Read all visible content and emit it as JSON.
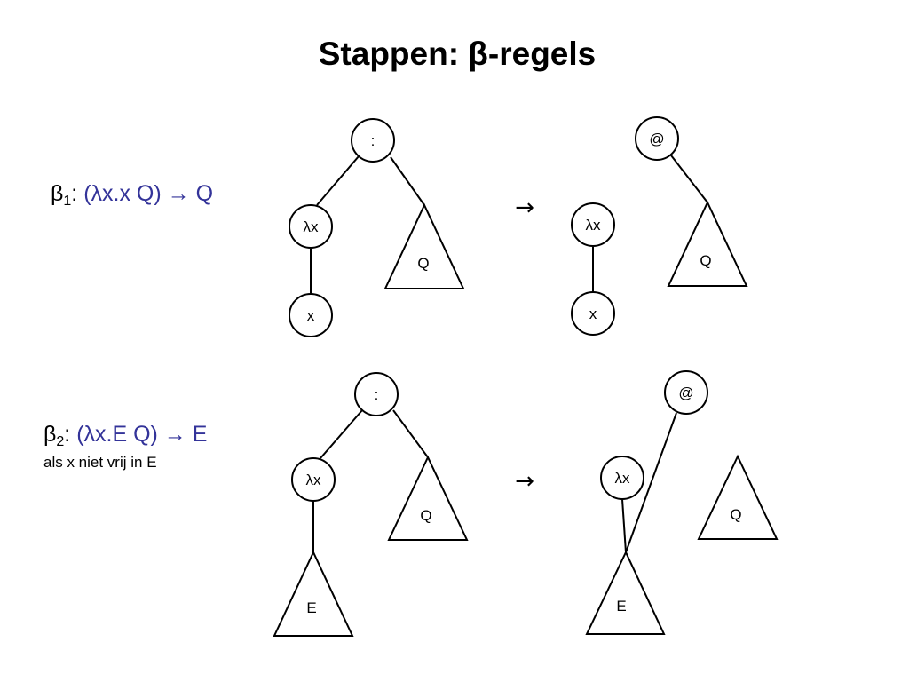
{
  "title": "Stappen: β-regels",
  "rules": [
    {
      "name": "β",
      "sub": "1",
      "expression": "(λx.x  Q) →  Q",
      "note": ""
    },
    {
      "name": "β",
      "sub": "2",
      "expression": "(λx.E  Q) →  E",
      "note": "als x niet vrij in E"
    }
  ],
  "diagrams": {
    "r1_left": {
      "root": ":",
      "lambda": "λx",
      "leaf": "x",
      "subtree": "Q"
    },
    "r1_right": {
      "root": "@",
      "lambda": "λx",
      "leaf": "x",
      "subtree": "Q"
    },
    "r2_left": {
      "root": ":",
      "lambda": "λx",
      "body": "E",
      "subtree": "Q"
    },
    "r2_right": {
      "root": "@",
      "lambda": "λx",
      "body": "E",
      "subtree": "Q"
    }
  },
  "arrow": "→"
}
